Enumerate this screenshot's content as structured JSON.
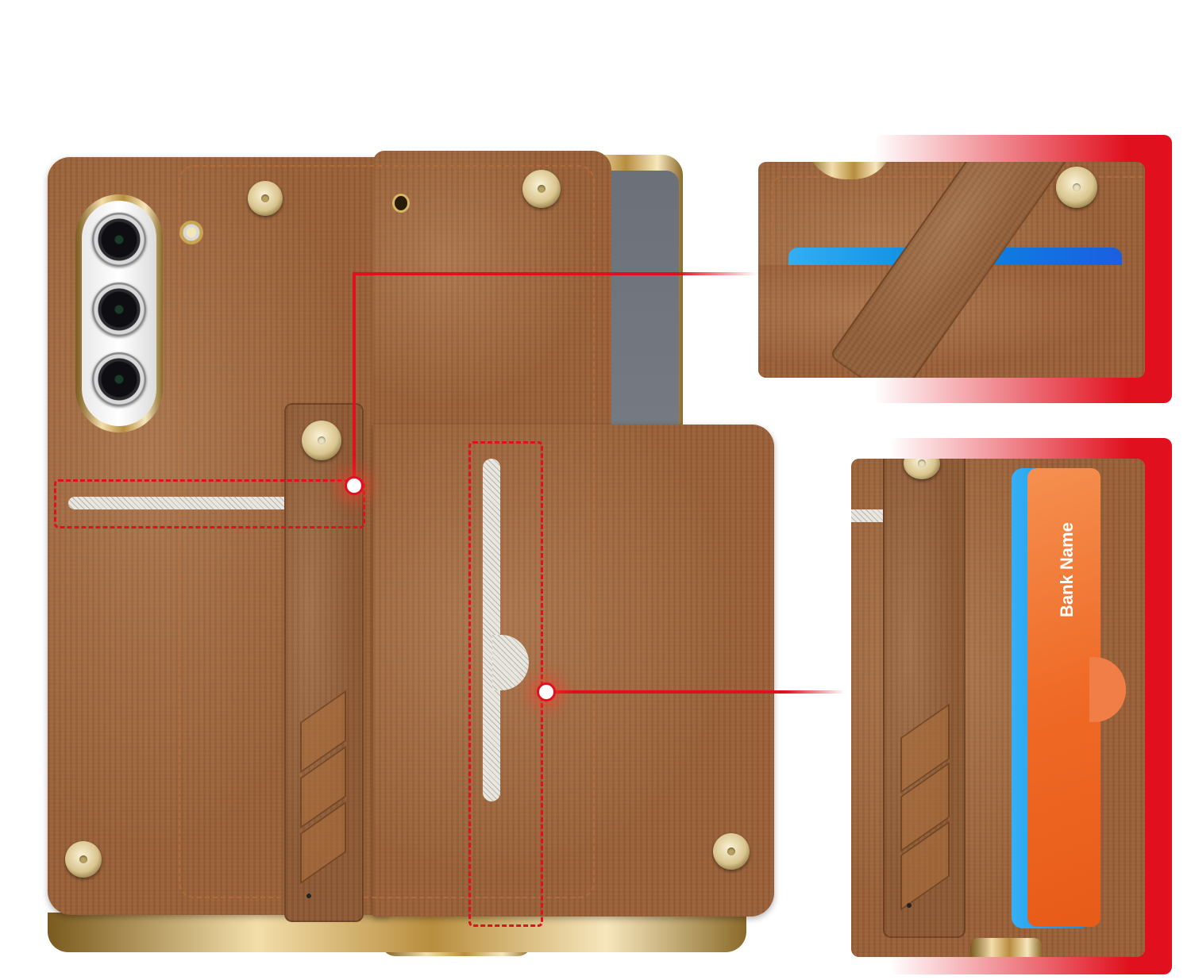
{
  "scene": {
    "description": "Product photo of a brown leather folding phone case with card slots and a hand strap, with two zoomed detail callouts",
    "background_color": "#ffffff",
    "leather_color": "#9a6138",
    "accent_color": "#e0101e"
  },
  "product": {
    "camera_lens_count": 3,
    "snap_button_count": 5,
    "card_slots": [
      "horizontal-slot",
      "vertical-slot"
    ]
  },
  "callouts": [
    {
      "id": "top-right",
      "target": "horizontal card slot with strap",
      "card_color": "#1e8fe8"
    },
    {
      "id": "bottom-right",
      "target": "vertical card slot with cards",
      "card_colors": [
        "#1e9cf0",
        "#f07a3a"
      ]
    }
  ],
  "card": {
    "label": "Bank Name"
  }
}
